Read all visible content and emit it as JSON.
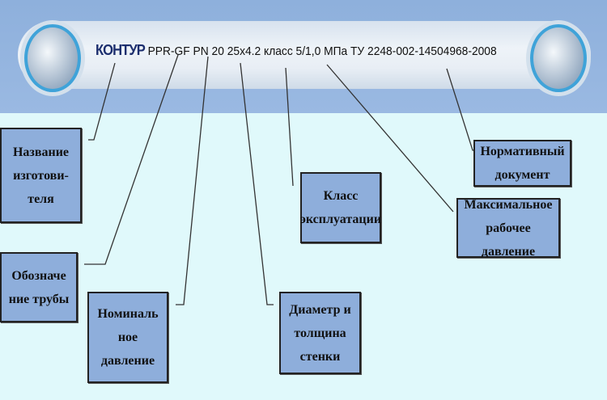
{
  "marking": {
    "logo": "КОНТУР",
    "text": "PPR-GF PN 20  25x4.2 класс 5/1,0 МПа ТУ 2248-002-14504968-2008"
  },
  "labels": {
    "manufacturer": [
      "Название",
      "изготови-",
      "теля"
    ],
    "pipe_designation": [
      "Обозначе",
      "ние трубы"
    ],
    "nominal_pressure": [
      "Номиналь",
      "ное",
      "давление"
    ],
    "diameter_wall": [
      "Диаметр и",
      "толщина",
      "стенки"
    ],
    "service_class": [
      "Класс",
      "эксплуатации"
    ],
    "max_pressure": [
      "Максимальное",
      "рабочее давление"
    ],
    "normative_doc": [
      "Нормативный",
      "документ"
    ]
  }
}
